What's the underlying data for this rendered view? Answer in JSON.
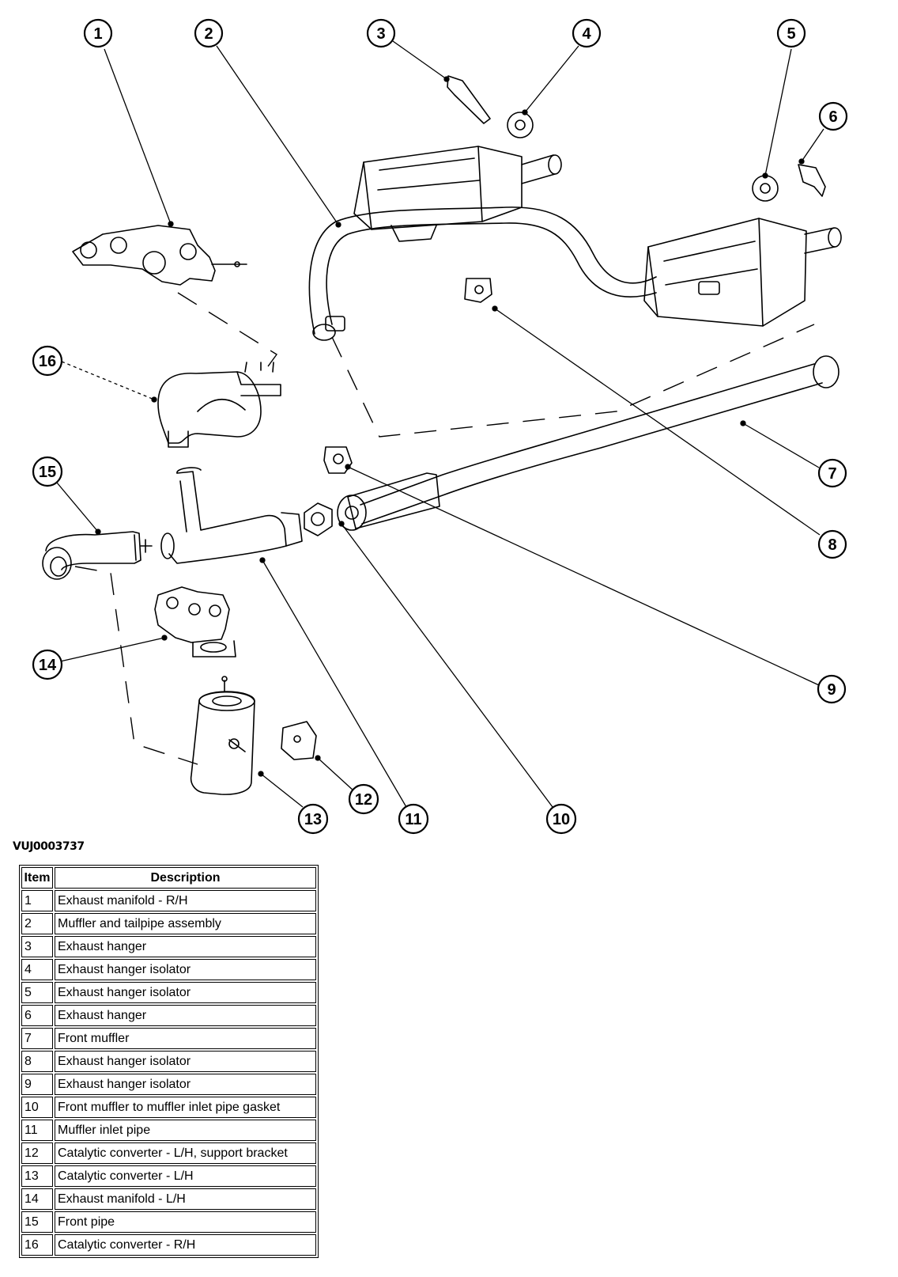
{
  "figure_id": "VUJ0003737",
  "callouts": [
    "1",
    "2",
    "3",
    "4",
    "5",
    "6",
    "7",
    "8",
    "9",
    "10",
    "11",
    "12",
    "13",
    "14",
    "15",
    "16"
  ],
  "table": {
    "headers": {
      "item": "Item",
      "description": "Description"
    },
    "rows": [
      {
        "item": "1",
        "description": "Exhaust manifold - R/H"
      },
      {
        "item": "2",
        "description": "Muffler and tailpipe assembly"
      },
      {
        "item": "3",
        "description": "Exhaust hanger"
      },
      {
        "item": "4",
        "description": "Exhaust hanger isolator"
      },
      {
        "item": "5",
        "description": "Exhaust hanger isolator"
      },
      {
        "item": "6",
        "description": "Exhaust hanger"
      },
      {
        "item": "7",
        "description": "Front muffler"
      },
      {
        "item": "8",
        "description": "Exhaust hanger isolator"
      },
      {
        "item": "9",
        "description": "Exhaust hanger isolator"
      },
      {
        "item": "10",
        "description": "Front muffler to muffler inlet pipe gasket"
      },
      {
        "item": "11",
        "description": "Muffler inlet pipe"
      },
      {
        "item": "12",
        "description": "Catalytic converter - L/H, support bracket"
      },
      {
        "item": "13",
        "description": "Catalytic converter - L/H"
      },
      {
        "item": "14",
        "description": "Exhaust manifold - L/H"
      },
      {
        "item": "15",
        "description": "Front pipe"
      },
      {
        "item": "16",
        "description": "Catalytic converter - R/H"
      }
    ]
  }
}
